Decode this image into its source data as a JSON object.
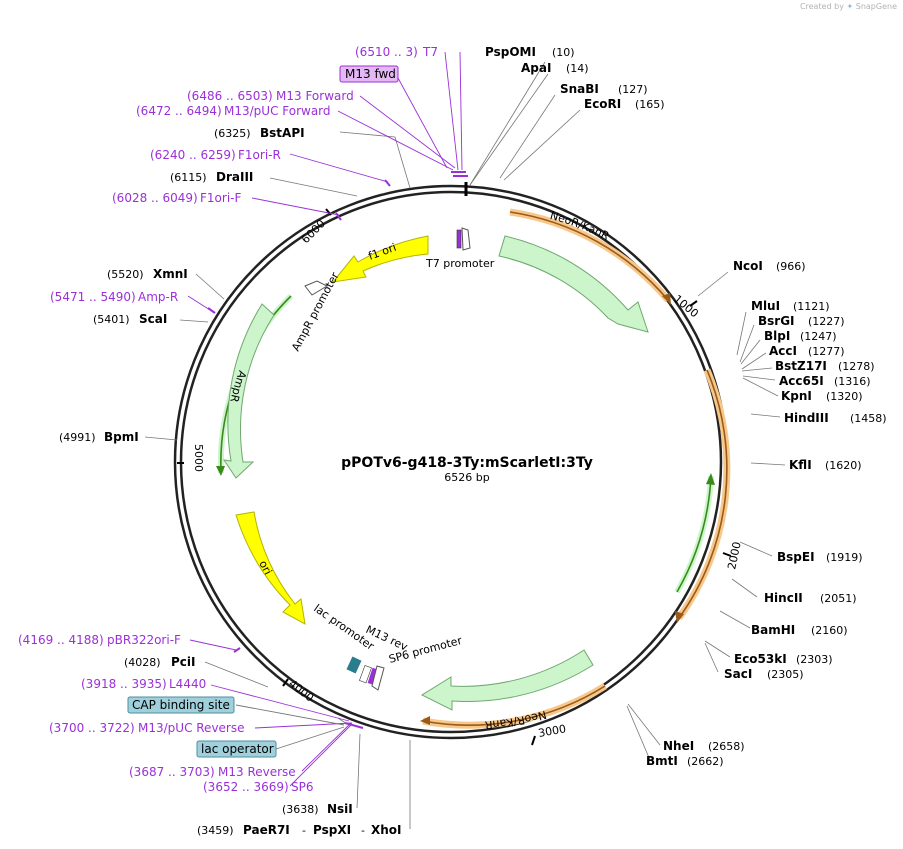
{
  "credit": {
    "prefix": "Created by",
    "brand": "SnapGene"
  },
  "plasmid": {
    "name": "pPOTv6-g418-3Ty:mScarletI:3Ty",
    "size_label": "6526 bp"
  },
  "ticks": [
    "1000",
    "2000",
    "3000",
    "4000",
    "5000",
    "6000"
  ],
  "features": [
    {
      "label": "NeoR/KanR",
      "color": "#ccf5cc"
    },
    {
      "label": "NeoR/KanR",
      "color": "#ccf5cc"
    },
    {
      "label": "AmpR",
      "color": "#ccf5cc"
    },
    {
      "label": "AmpR promoter",
      "color": "#ffffff"
    },
    {
      "label": "ori",
      "color": "#ffff00"
    },
    {
      "label": "f1 ori",
      "color": "#ffff00"
    },
    {
      "label": "T7 promoter",
      "color": "#ffffff"
    },
    {
      "label": "lac promoter",
      "color": "#ffffff"
    },
    {
      "label": "M13 rev",
      "color": "#ffffff"
    },
    {
      "label": "SP6 promoter",
      "color": "#ffffff"
    }
  ],
  "sites": [
    {
      "name": "PspOMI",
      "pos": "(10)"
    },
    {
      "name": "ApaI",
      "pos": "(14)"
    },
    {
      "name": "SnaBI",
      "pos": "(127)"
    },
    {
      "name": "EcoRI",
      "pos": "(165)"
    },
    {
      "name": "NcoI",
      "pos": "(966)"
    },
    {
      "name": "MluI",
      "pos": "(1121)"
    },
    {
      "name": "BsrGI",
      "pos": "(1227)"
    },
    {
      "name": "BlpI",
      "pos": "(1247)"
    },
    {
      "name": "AccI",
      "pos": "(1277)"
    },
    {
      "name": "BstZ17I",
      "pos": "(1278)"
    },
    {
      "name": "Acc65I",
      "pos": "(1316)"
    },
    {
      "name": "KpnI",
      "pos": "(1320)"
    },
    {
      "name": "HindIII",
      "pos": "(1458)"
    },
    {
      "name": "KflI",
      "pos": "(1620)"
    },
    {
      "name": "BspEI",
      "pos": "(1919)"
    },
    {
      "name": "HincII",
      "pos": "(2051)"
    },
    {
      "name": "BamHI",
      "pos": "(2160)"
    },
    {
      "name": "Eco53kI",
      "pos": "(2303)"
    },
    {
      "name": "SacI",
      "pos": "(2305)"
    },
    {
      "name": "NheI",
      "pos": "(2658)"
    },
    {
      "name": "BmtI",
      "pos": "(2662)"
    },
    {
      "name": "BstAPI",
      "pos": "(6325)"
    },
    {
      "name": "DraIII",
      "pos": "(6115)"
    },
    {
      "name": "XmnI",
      "pos": "(5520)"
    },
    {
      "name": "ScaI",
      "pos": "(5401)"
    },
    {
      "name": "BpmI",
      "pos": "(4991)"
    },
    {
      "name": "PciI",
      "pos": "(4028)"
    },
    {
      "name": "NsiI",
      "pos": "(3638)"
    }
  ],
  "bottom_sites": {
    "pos": "(3459)",
    "a": "PaeR7I",
    "b": "PspXI",
    "c": "XhoI",
    "sep": "-"
  },
  "primers": [
    {
      "range": "(6510 .. 3)",
      "name": "T7"
    },
    {
      "range": "(6486 .. 6503)",
      "name": "M13 Forward"
    },
    {
      "range": "(6472 .. 6494)",
      "name": "M13/pUC Forward"
    },
    {
      "range": "(6240 .. 6259)",
      "name": "F1ori-R"
    },
    {
      "range": "(6028 .. 6049)",
      "name": "F1ori-F"
    },
    {
      "range": "(5471 .. 5490)",
      "name": "Amp-R"
    },
    {
      "range": "(4169 .. 4188)",
      "name": "pBR322ori-F"
    },
    {
      "range": "(3918 .. 3935)",
      "name": "L4440"
    },
    {
      "range": "(3700 .. 3722)",
      "name": "M13/pUC Reverse"
    },
    {
      "range": "(3687 .. 3703)",
      "name": "M13 Reverse"
    },
    {
      "range": "(3652 .. 3669)",
      "name": "SP6"
    }
  ],
  "boxed": {
    "m13fwd": {
      "label": "M13 fwd",
      "color": "#e4b8f5"
    },
    "cap": {
      "label": "CAP binding site",
      "color": "#9fd0dc"
    },
    "lacop": {
      "label": "lac operator",
      "color": "#9fd0dc"
    }
  }
}
